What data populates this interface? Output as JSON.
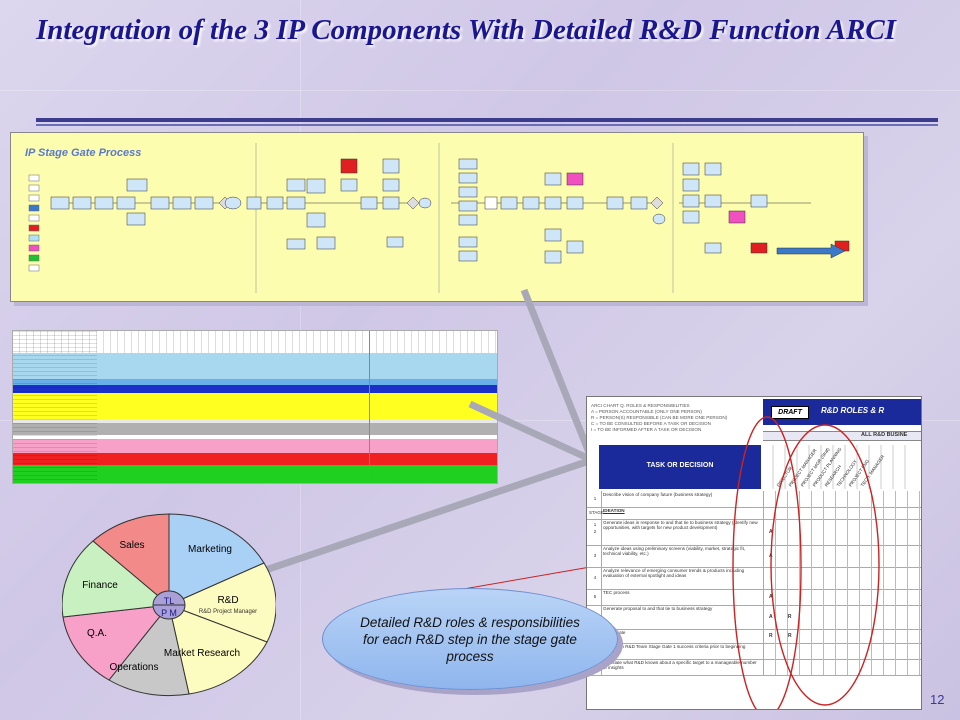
{
  "slide": {
    "title": "Integration of the 3 IP Components With Detailed R&D Function ARCI",
    "page_number": "12"
  },
  "stage_gate": {
    "label": "IP Stage Gate Process"
  },
  "pie": {
    "segments": [
      {
        "label": "Marketing",
        "color": "#a9d0f5"
      },
      {
        "label": "R&D",
        "color": "#fdfcc0"
      },
      {
        "label": "Market Research",
        "color": "#fdfcc0"
      },
      {
        "label": "Operations",
        "color": "#c8c8c8"
      },
      {
        "label": "Q.A.",
        "color": "#f7a0c8"
      },
      {
        "label": "Finance",
        "color": "#c8f0c0"
      },
      {
        "label": "Sales",
        "color": "#f28a8a"
      }
    ],
    "rd_sub": "R&D Project Manager",
    "center_top": "TL",
    "center_bottom": "P M"
  },
  "arci": {
    "draft_label": "DRAFT",
    "header_title": "R&D ROLES & R",
    "all_label": "ALL R&D BUSINE",
    "task_header": "TASK OR DECISION",
    "legend": [
      "ARCI CHART Q. ROLES & RESPONSIBILITIES",
      "A = PERSON ACCOUNTABLE (ONLY ONE PERSON)",
      "R = PERSON(S) RESPONSIBLE (CAN BE MORE ONE PERSON)",
      "C = TO BE CONSULTED BEFORE A TASK OR DECISION",
      "I = TO BE INFORMED AFTER A TASK OR DECISION"
    ],
    "role_columns": [
      "DIRECTOR",
      "PROJECT MANAGER",
      "PROJECT MGR (Strat)",
      "PRODUCT PLANNING",
      "RESEARCH",
      "TECHNOLOGY",
      "PROJECT ENG",
      "TECH. MANAGER"
    ],
    "rows": [
      {
        "num": "1",
        "task": "Describe vision of company future (business strategy)",
        "marks": ""
      },
      {
        "num": "STAGE 1",
        "task": "IDEATION",
        "marks": ""
      },
      {
        "num": "2",
        "task": "Generate ideas in response to and that tie to business strategy (identify new opportunities, with targets for new product development)",
        "marks": "A"
      },
      {
        "num": "3",
        "task": "Analyze ideas using preliminary screens (viability, market, strategic fit, technical viability, etc.)",
        "marks": "A"
      },
      {
        "num": "4",
        "task": "Analyze relevance of emerging consumer trends & products including evaluation of external spotlight and ideas",
        "marks": ""
      },
      {
        "num": "5",
        "task": "TEC process",
        "marks": "A"
      },
      {
        "num": "6",
        "task": "Generate proposal to and that tie to business strategy",
        "marks": "A R"
      },
      {
        "num": "7",
        "task": "Coordinate",
        "marks": "R R"
      },
      {
        "num": "8",
        "task": "Verify with R&D Team Stage Gate 1 success criteria prior to beginning ideation",
        "marks": ""
      },
      {
        "num": "9",
        "task": "Translate what R&D knows about a specific target to a manageable number of insights",
        "marks": ""
      }
    ]
  },
  "callout": {
    "text": "Detailed R&D roles & responsibilities for each R&D step in the stage gate process"
  },
  "colors": {
    "title": "#1a1690",
    "rule": "#3b3d8c",
    "stage_bg": "#fdfdb0",
    "connector": "#a8a8b8",
    "oval": "#cc2222"
  }
}
